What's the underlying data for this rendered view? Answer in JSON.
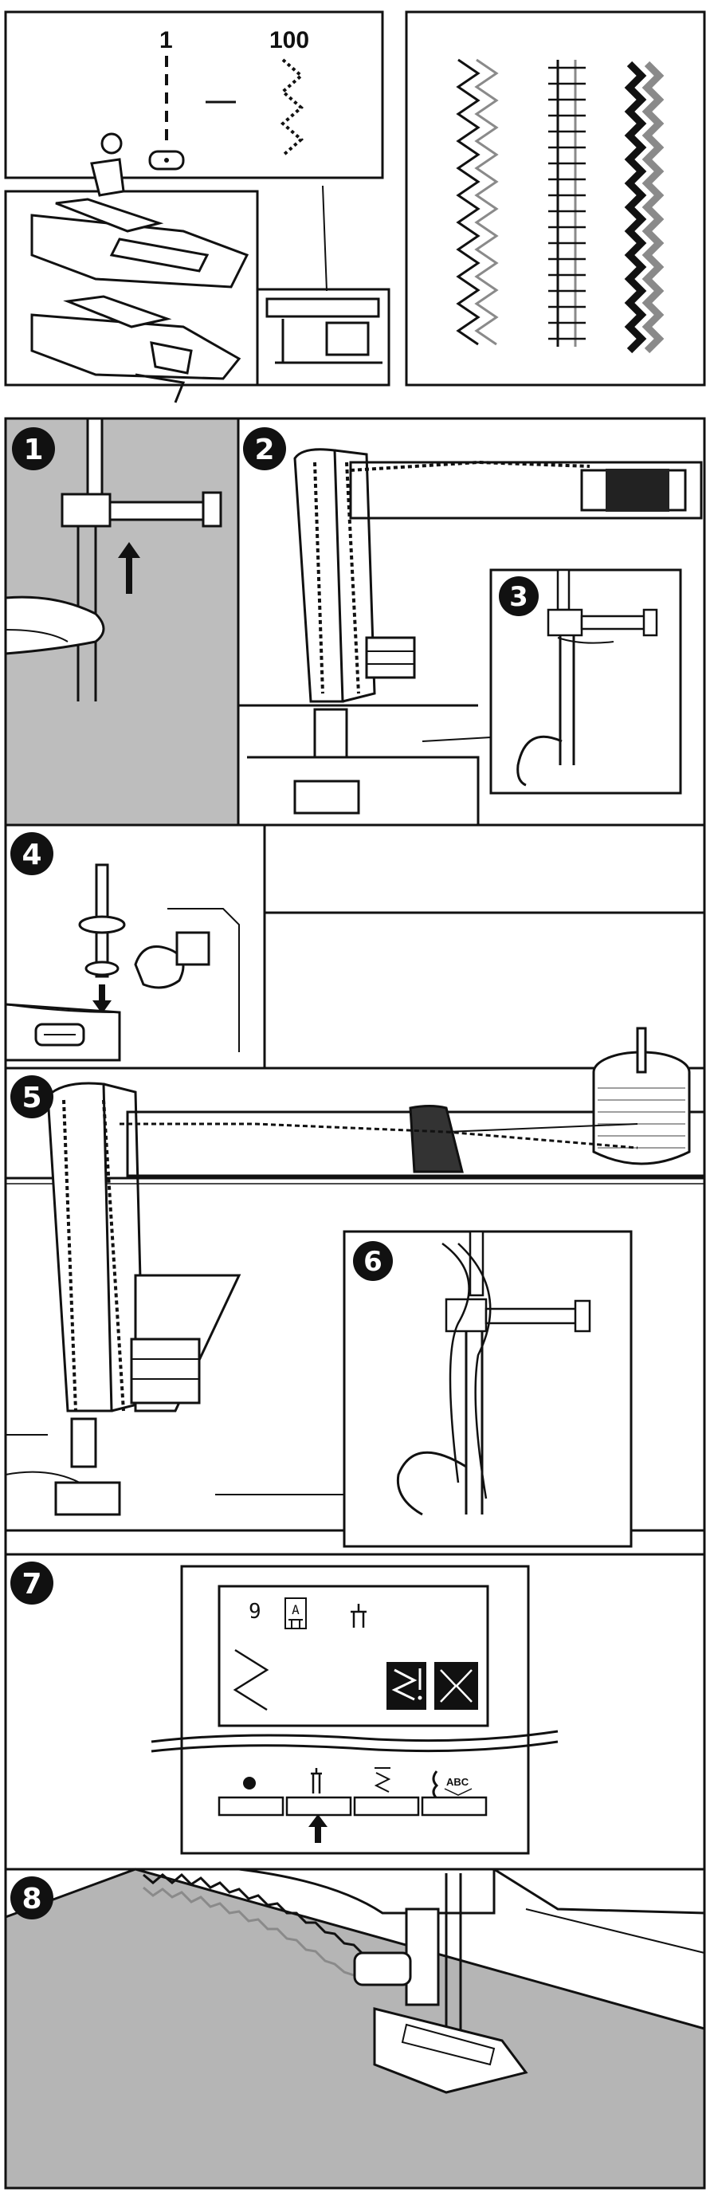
{
  "header": {
    "stitch_length_min": "1",
    "stitch_length_max": "100"
  },
  "steps": [
    {
      "number": "1"
    },
    {
      "number": "2"
    },
    {
      "number": "3"
    },
    {
      "number": "4"
    },
    {
      "number": "5"
    },
    {
      "number": "6"
    },
    {
      "number": "7"
    },
    {
      "number": "8"
    }
  ],
  "lcd": {
    "stitch_number": "9",
    "presser_foot_code": "A",
    "button_abc": "ABC"
  },
  "icons": {
    "twin_needle": "twin-needle-icon",
    "stitch_preview": "zigzag-icon",
    "warning_stitch": "warning-zigzag-icon",
    "mirror_stitch": "mirror-zigzag-icon",
    "button_1": "dot-icon",
    "button_2": "needle-icon",
    "button_3": "stitch-length-icon",
    "button_4": "letter-abc-icon"
  },
  "colors": {
    "ink": "#1a1a1a",
    "panel_gray": "#bdbdbd",
    "fabric_gray": "#b5b5b5",
    "thread_gray": "#8a8a8a",
    "badge": "#111111"
  }
}
